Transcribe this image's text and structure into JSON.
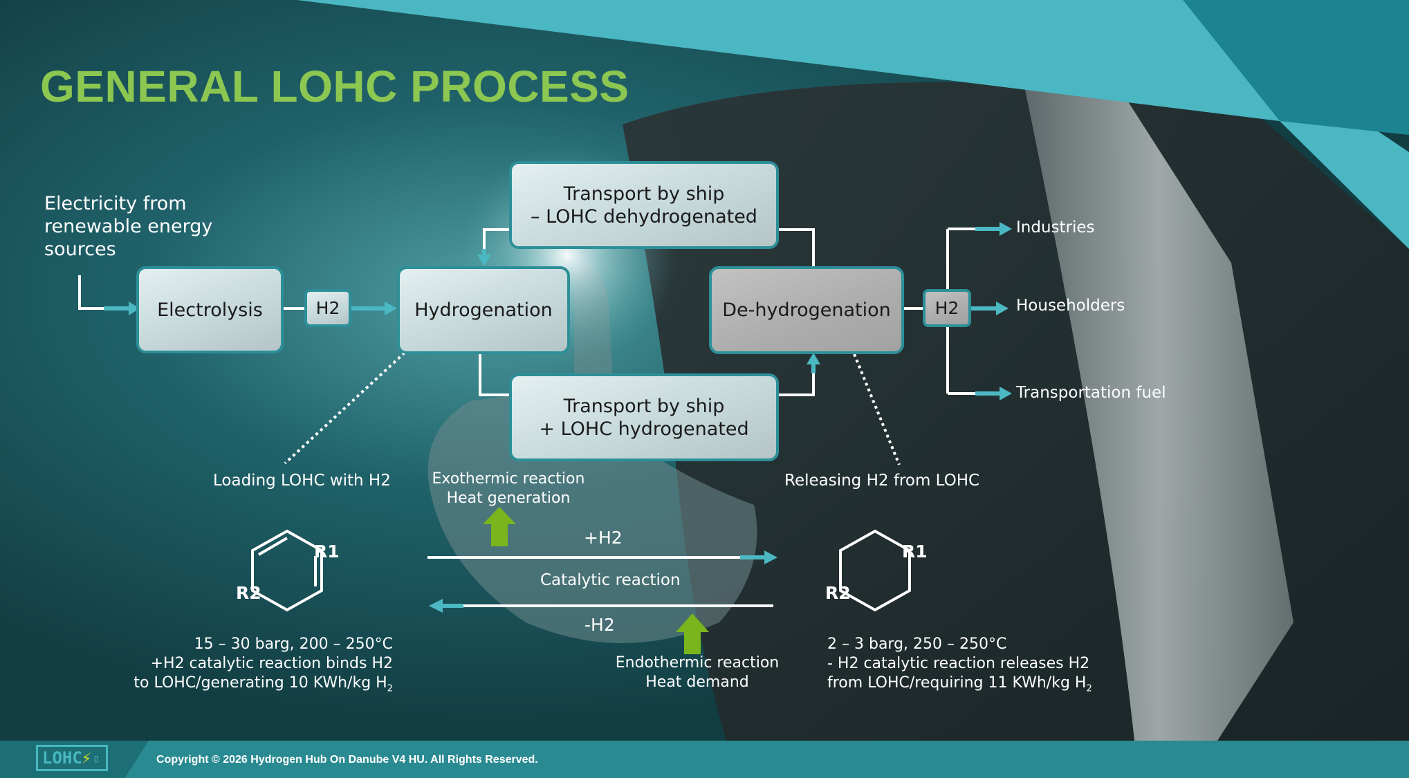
{
  "title": "GENERAL LOHC PROCESS",
  "source_label": "Electricity from renewable energy sources",
  "boxes": {
    "electrolysis": "Electrolysis",
    "h2_left": "H2",
    "hydrogenation": "Hydrogenation",
    "transport_top_line1": "Transport by ship",
    "transport_top_line2": "– LOHC dehydrogenated",
    "transport_bottom_line1": "Transport by ship",
    "transport_bottom_line2": "+ LOHC hydrogenated",
    "dehydrogenation": "De-hydrogenation",
    "h2_right": "H2"
  },
  "outputs": [
    "Industries",
    "Householders",
    "Transportation fuel"
  ],
  "annotations": {
    "loading": "Loading LOHC with H2",
    "releasing": "Releasing H2 from LOHC",
    "exothermic_line1": "Exothermic reaction",
    "exothermic_line2": "Heat generation",
    "endothermic_line1": "Endothermic reaction",
    "endothermic_line2": "Heat demand",
    "plus_h2": "+H2",
    "minus_h2": "-H2",
    "catalytic": "Catalytic reaction"
  },
  "molecules": {
    "left": {
      "r1": "R1",
      "r2": "R2"
    },
    "right": {
      "r1": "R1",
      "r2": "R2"
    }
  },
  "conditions_left": {
    "line1": "15 – 30 barg, 200 – 250°C",
    "line2": "+H2 catalytic reaction binds H2",
    "line3": "to LOHC/generating 10 KWh/kg H",
    "sub": "2"
  },
  "conditions_right": {
    "line1": "2 – 3 barg, 250 – 250°C",
    "line2": "- H2 catalytic reaction releases H2",
    "line3": "from LOHC/requiring 11 KWh/kg H",
    "sub": "2"
  },
  "footer": {
    "logo_text": "LOHC",
    "copyright": "Copyright © 2026 Hydrogen Hub On Danube V4 HU. All Rights Reserved."
  },
  "colors": {
    "accent_green": "#8cc751",
    "teal": "#4bb8c3",
    "box_border": "#2d8f98",
    "arrow_green": "#7ab51d"
  }
}
